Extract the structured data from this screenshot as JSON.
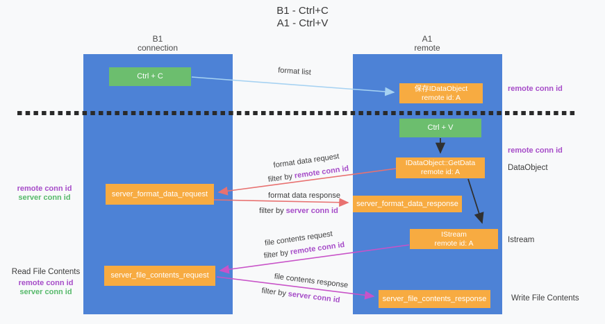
{
  "title": {
    "line1": "B1 - Ctrl+C",
    "line2": "A1 - Ctrl+V"
  },
  "lifelines": {
    "left": {
      "name": "B1",
      "role": "connection"
    },
    "right": {
      "name": "A1",
      "role": "remote"
    }
  },
  "nodes": {
    "ctrl_c": {
      "label": "Ctrl + C"
    },
    "ctrl_v": {
      "label": "Ctrl + V"
    },
    "save_dataobject": {
      "line1": "保存IDataObject",
      "line2": "remote id: A"
    },
    "getdata": {
      "line1": "IDataObject::GetData",
      "line2": "remote id: A"
    },
    "istream": {
      "line1": "IStream",
      "line2": "remote id: A"
    },
    "format_request": {
      "label": "server_format_data_request"
    },
    "format_response": {
      "label": "server_format_data_response"
    },
    "file_request": {
      "label": "server_file_contents_request"
    },
    "file_response": {
      "label": "server_file_contents_response"
    }
  },
  "flow_labels": {
    "format_list": "format list",
    "format_data_request": "format data request",
    "format_data_response": "format data response",
    "file_contents_request": "file contents request",
    "file_contents_response": "file contents response",
    "filter_prefix": "filter by",
    "remote_conn_id": "remote conn id",
    "server_conn_id": "server conn id"
  },
  "side_labels": {
    "right_remote_conn_id_1": "remote conn id",
    "right_remote_conn_id_2": "remote conn id",
    "dataobject": "DataObject",
    "istream": "Istream",
    "write_file_contents": "Write File Contents",
    "left_remote_conn_id_1": "remote conn id",
    "left_server_conn_id_1": "server conn id",
    "read_file_contents": "Read File Contents",
    "left_remote_conn_id_2": "remote conn id",
    "left_server_conn_id_2": "server conn id"
  },
  "colors": {
    "lifeline_blue": "#4d82d6",
    "node_orange": "#f7ab41",
    "node_green": "#6cbe6e",
    "arrow_red": "#e87170",
    "arrow_magenta": "#c853c8",
    "arrow_light_blue": "#a6d2f2",
    "arrow_black": "#303030",
    "divider_black": "#2a2a2a",
    "label_purple": "#a64cc8",
    "label_green": "#56b96a"
  }
}
